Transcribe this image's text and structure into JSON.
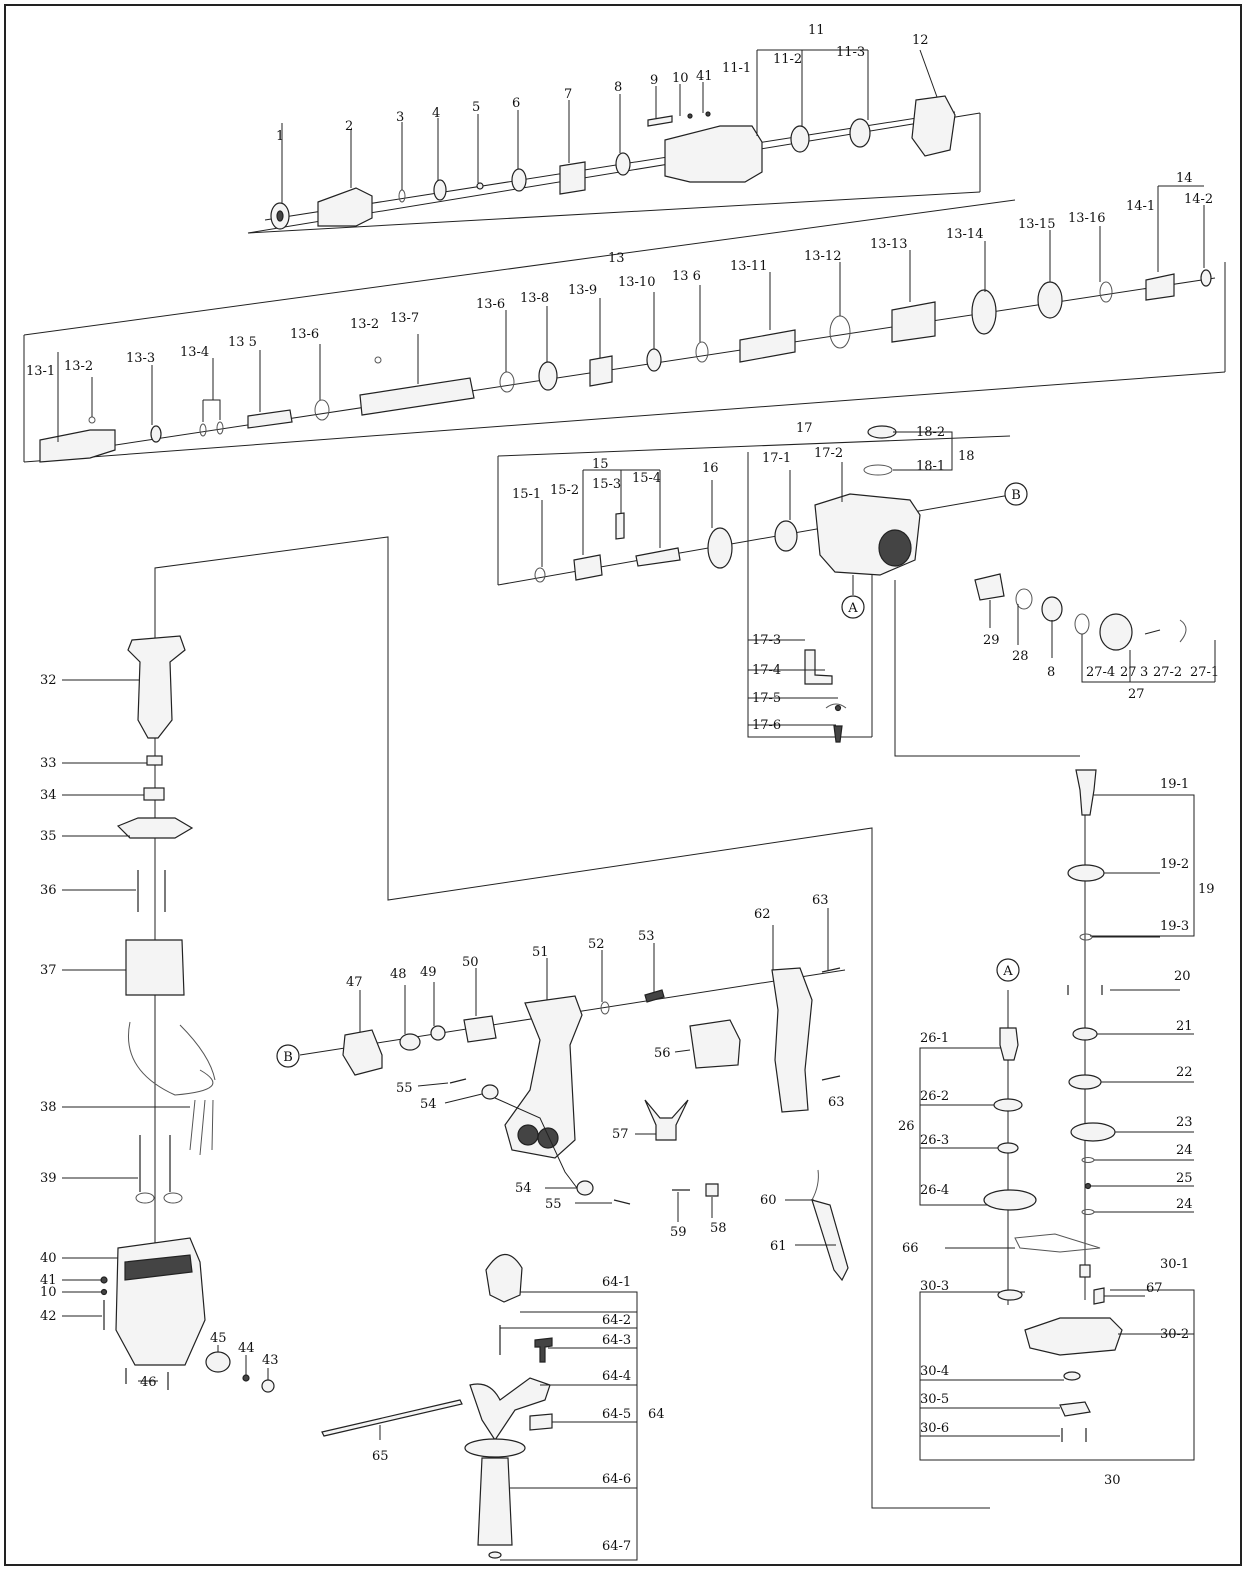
{
  "callouts": [
    {
      "id": "c1",
      "text": "1"
    },
    {
      "id": "c2",
      "text": "2"
    },
    {
      "id": "c3",
      "text": "3"
    },
    {
      "id": "c4",
      "text": "4"
    },
    {
      "id": "c5",
      "text": "5"
    },
    {
      "id": "c6",
      "text": "6"
    },
    {
      "id": "c7",
      "text": "7"
    },
    {
      "id": "c8",
      "text": "8"
    },
    {
      "id": "c9",
      "text": "9"
    },
    {
      "id": "c10",
      "text": "10"
    },
    {
      "id": "c41a",
      "text": "41"
    },
    {
      "id": "c11",
      "text": "11"
    },
    {
      "id": "c11_1",
      "text": "11-1"
    },
    {
      "id": "c11_2",
      "text": "11-2"
    },
    {
      "id": "c11_3",
      "text": "11-3"
    },
    {
      "id": "c12",
      "text": "12"
    },
    {
      "id": "c13",
      "text": "13"
    },
    {
      "id": "c13_1",
      "text": "13-1"
    },
    {
      "id": "c13_2a",
      "text": "13-2"
    },
    {
      "id": "c13_3",
      "text": "13-3"
    },
    {
      "id": "c13_4",
      "text": "13-4"
    },
    {
      "id": "c13_5",
      "text": "13 5"
    },
    {
      "id": "c13_6a",
      "text": "13-6"
    },
    {
      "id": "c13_2b",
      "text": "13-2"
    },
    {
      "id": "c13_7",
      "text": "13-7"
    },
    {
      "id": "c13_6b",
      "text": "13-6"
    },
    {
      "id": "c13_8",
      "text": "13-8"
    },
    {
      "id": "c13_9",
      "text": "13-9"
    },
    {
      "id": "c13_10",
      "text": "13-10"
    },
    {
      "id": "c13_6c",
      "text": "13 6"
    },
    {
      "id": "c13_11",
      "text": "13-11"
    },
    {
      "id": "c13_12",
      "text": "13-12"
    },
    {
      "id": "c13_13",
      "text": "13-13"
    },
    {
      "id": "c13_14",
      "text": "13-14"
    },
    {
      "id": "c13_15",
      "text": "13-15"
    },
    {
      "id": "c13_16",
      "text": "13-16"
    },
    {
      "id": "c14",
      "text": "14"
    },
    {
      "id": "c14_1",
      "text": "14-1"
    },
    {
      "id": "c14_2",
      "text": "14-2"
    },
    {
      "id": "c15",
      "text": "15"
    },
    {
      "id": "c15_1",
      "text": "15-1"
    },
    {
      "id": "c15_2",
      "text": "15-2"
    },
    {
      "id": "c15_3",
      "text": "15-3"
    },
    {
      "id": "c15_4",
      "text": "15-4"
    },
    {
      "id": "c16",
      "text": "16"
    },
    {
      "id": "c17",
      "text": "17"
    },
    {
      "id": "c17_1",
      "text": "17-1"
    },
    {
      "id": "c17_2",
      "text": "17-2"
    },
    {
      "id": "c17_3",
      "text": "17-3"
    },
    {
      "id": "c17_4",
      "text": "17-4"
    },
    {
      "id": "c17_5",
      "text": "17-5"
    },
    {
      "id": "c17_6",
      "text": "17-6"
    },
    {
      "id": "c18",
      "text": "18"
    },
    {
      "id": "c18_1",
      "text": "18-1"
    },
    {
      "id": "c18_2",
      "text": "18-2"
    },
    {
      "id": "c19",
      "text": "19"
    },
    {
      "id": "c19_1",
      "text": "19-1"
    },
    {
      "id": "c19_2",
      "text": "19-2"
    },
    {
      "id": "c19_3",
      "text": "19-3"
    },
    {
      "id": "c20",
      "text": "20"
    },
    {
      "id": "c21",
      "text": "21"
    },
    {
      "id": "c22",
      "text": "22"
    },
    {
      "id": "c23",
      "text": "23"
    },
    {
      "id": "c24a",
      "text": "24"
    },
    {
      "id": "c25",
      "text": "25"
    },
    {
      "id": "c24b",
      "text": "24"
    },
    {
      "id": "c26",
      "text": "26"
    },
    {
      "id": "c26_1",
      "text": "26-1"
    },
    {
      "id": "c26_2",
      "text": "26-2"
    },
    {
      "id": "c26_3",
      "text": "26-3"
    },
    {
      "id": "c26_4",
      "text": "26-4"
    },
    {
      "id": "c27a",
      "text": "27"
    },
    {
      "id": "c27b",
      "text": "27"
    },
    {
      "id": "c27_1",
      "text": "27-1"
    },
    {
      "id": "c27_2",
      "text": "27-2"
    },
    {
      "id": "c27_4",
      "text": "27-4"
    },
    {
      "id": "c3b",
      "text": "3"
    },
    {
      "id": "c28",
      "text": "28"
    },
    {
      "id": "c29",
      "text": "29"
    },
    {
      "id": "c8b",
      "text": "8"
    },
    {
      "id": "c30",
      "text": "30"
    },
    {
      "id": "c30_1",
      "text": "30-1"
    },
    {
      "id": "c30_2",
      "text": "30-2"
    },
    {
      "id": "c30_3",
      "text": "30-3"
    },
    {
      "id": "c30_4",
      "text": "30-4"
    },
    {
      "id": "c30_5",
      "text": "30-5"
    },
    {
      "id": "c30_6",
      "text": "30-6"
    },
    {
      "id": "c32",
      "text": "32"
    },
    {
      "id": "c33",
      "text": "33"
    },
    {
      "id": "c34",
      "text": "34"
    },
    {
      "id": "c35",
      "text": "35"
    },
    {
      "id": "c36",
      "text": "36"
    },
    {
      "id": "c37",
      "text": "37"
    },
    {
      "id": "c38",
      "text": "38"
    },
    {
      "id": "c39",
      "text": "39"
    },
    {
      "id": "c40",
      "text": "40"
    },
    {
      "id": "c41b",
      "text": "41"
    },
    {
      "id": "c10b",
      "text": "10"
    },
    {
      "id": "c42",
      "text": "42"
    },
    {
      "id": "c43",
      "text": "43"
    },
    {
      "id": "c44",
      "text": "44"
    },
    {
      "id": "c45",
      "text": "45"
    },
    {
      "id": "c46",
      "text": "46"
    },
    {
      "id": "c47",
      "text": "47"
    },
    {
      "id": "c48",
      "text": "48"
    },
    {
      "id": "c49",
      "text": "49"
    },
    {
      "id": "c50",
      "text": "50"
    },
    {
      "id": "c51",
      "text": "51"
    },
    {
      "id": "c52",
      "text": "52"
    },
    {
      "id": "c53",
      "text": "53"
    },
    {
      "id": "c54a",
      "text": "54"
    },
    {
      "id": "c54b",
      "text": "54"
    },
    {
      "id": "c55a",
      "text": "55"
    },
    {
      "id": "c55b",
      "text": "55"
    },
    {
      "id": "c56",
      "text": "56"
    },
    {
      "id": "c57",
      "text": "57"
    },
    {
      "id": "c58",
      "text": "58"
    },
    {
      "id": "c59",
      "text": "59"
    },
    {
      "id": "c60",
      "text": "60"
    },
    {
      "id": "c61",
      "text": "61"
    },
    {
      "id": "c62",
      "text": "62"
    },
    {
      "id": "c63a",
      "text": "63"
    },
    {
      "id": "c63b",
      "text": "63"
    },
    {
      "id": "c64",
      "text": "64"
    },
    {
      "id": "c64_1",
      "text": "64-1"
    },
    {
      "id": "c64_2",
      "text": "64-2"
    },
    {
      "id": "c64_3",
      "text": "64-3"
    },
    {
      "id": "c64_4",
      "text": "64-4"
    },
    {
      "id": "c64_5",
      "text": "64-5"
    },
    {
      "id": "c64_6",
      "text": "64-6"
    },
    {
      "id": "c64_7",
      "text": "64-7"
    },
    {
      "id": "c65",
      "text": "65"
    },
    {
      "id": "c66",
      "text": "66"
    },
    {
      "id": "c67",
      "text": "67"
    }
  ],
  "connectors": [
    {
      "id": "kA1",
      "text": "A"
    },
    {
      "id": "kA2",
      "text": "A"
    },
    {
      "id": "kB1",
      "text": "B"
    },
    {
      "id": "kB2",
      "text": "B"
    }
  ]
}
